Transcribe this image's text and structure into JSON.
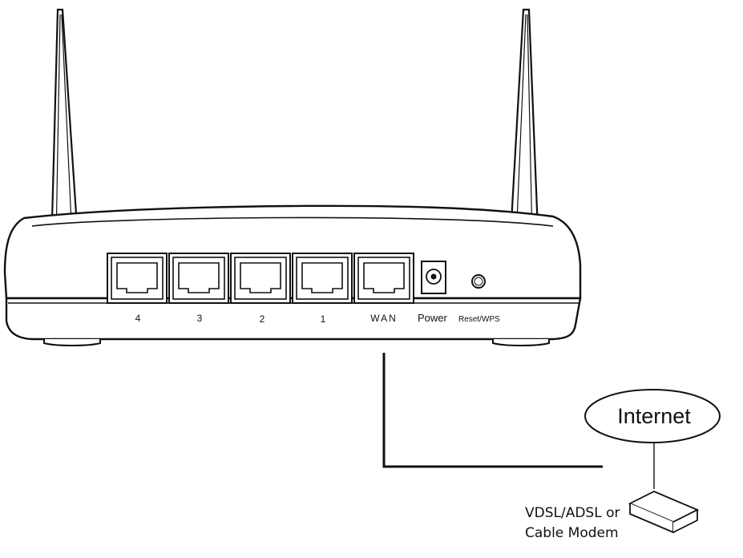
{
  "router": {
    "ports": [
      {
        "label": "4"
      },
      {
        "label": "3"
      },
      {
        "label": "2"
      },
      {
        "label": "1"
      },
      {
        "label": "WAN"
      }
    ],
    "power_label": "Power",
    "reset_label": "Reset/WPS"
  },
  "internet": {
    "label": "Internet"
  },
  "modem": {
    "label_line1": "VDSL/ADSL or",
    "label_line2": "Cable Modem"
  },
  "colors": {
    "line": "#111111",
    "background": "#ffffff"
  }
}
